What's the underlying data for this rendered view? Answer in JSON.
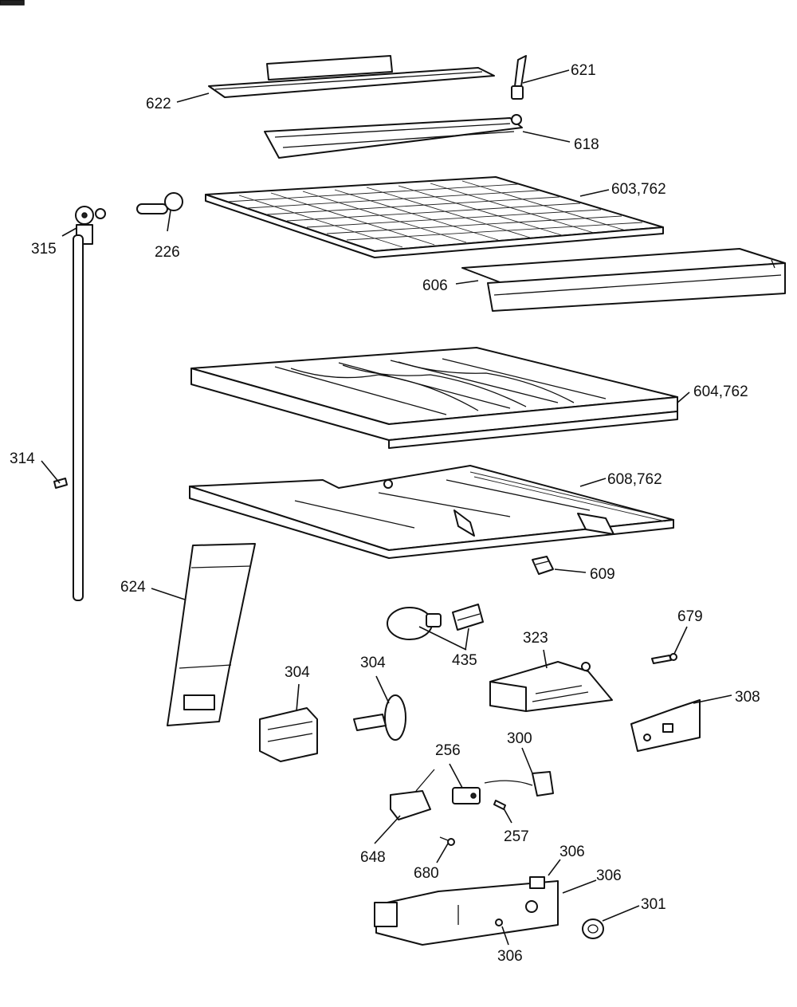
{
  "diagram": {
    "parts": [
      {
        "id": "p622",
        "callout": "622"
      },
      {
        "id": "p621",
        "callout": "621"
      },
      {
        "id": "p618",
        "callout": "618"
      },
      {
        "id": "p603",
        "callout": "603,762"
      },
      {
        "id": "p315",
        "callout": "315"
      },
      {
        "id": "p226",
        "callout": "226"
      },
      {
        "id": "p606",
        "callout": "606"
      },
      {
        "id": "p604",
        "callout": "604,762"
      },
      {
        "id": "p314",
        "callout": "314"
      },
      {
        "id": "p608",
        "callout": "608,762"
      },
      {
        "id": "p609",
        "callout": "609"
      },
      {
        "id": "p624",
        "callout": "624"
      },
      {
        "id": "p679",
        "callout": "679"
      },
      {
        "id": "p323",
        "callout": "323"
      },
      {
        "id": "p435",
        "callout": "435"
      },
      {
        "id": "p304a",
        "callout": "304"
      },
      {
        "id": "p304b",
        "callout": "304"
      },
      {
        "id": "p308",
        "callout": "308"
      },
      {
        "id": "p300",
        "callout": "300"
      },
      {
        "id": "p256",
        "callout": "256"
      },
      {
        "id": "p257",
        "callout": "257"
      },
      {
        "id": "p648",
        "callout": "648"
      },
      {
        "id": "p680",
        "callout": "680"
      },
      {
        "id": "p306a",
        "callout": "306"
      },
      {
        "id": "p306b",
        "callout": "306"
      },
      {
        "id": "p301",
        "callout": "301"
      },
      {
        "id": "p306c",
        "callout": "306"
      }
    ]
  }
}
